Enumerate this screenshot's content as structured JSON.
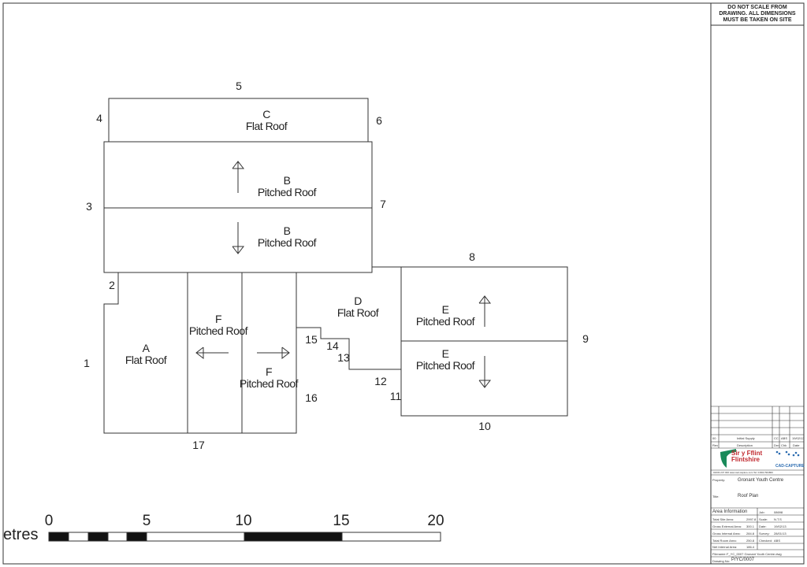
{
  "notice": "DO NOT SCALE FROM DRAWING. ALL DIMENSIONS MUST BE TAKEN ON SITE",
  "roofs": {
    "c": {
      "letter": "C",
      "type": "Flat Roof"
    },
    "b_up": {
      "letter": "B",
      "type": "Pitched Roof"
    },
    "b_down": {
      "letter": "B",
      "type": "Pitched Roof"
    },
    "a": {
      "letter": "A",
      "type": "Flat Roof"
    },
    "f_left": {
      "letter": "F",
      "type": "Pitched Roof"
    },
    "f_right": {
      "letter": "F",
      "type": "Pitched Roof"
    },
    "d": {
      "letter": "D",
      "type": "Flat Roof"
    },
    "e_up": {
      "letter": "E",
      "type": "Pitched Roof"
    },
    "e_down": {
      "letter": "E",
      "type": "Pitched Roof"
    }
  },
  "points": [
    "1",
    "2",
    "3",
    "4",
    "5",
    "6",
    "7",
    "8",
    "9",
    "10",
    "11",
    "12",
    "13",
    "14",
    "15",
    "16",
    "17"
  ],
  "scale": {
    "unit": "etres",
    "ticks": [
      "0",
      "5",
      "10",
      "15",
      "20"
    ]
  },
  "title_block": {
    "rev_row": {
      "rev": "00",
      "desc": "Initial Supply",
      "drn": "CC",
      "chk": "ABS",
      "date": "19/02/13"
    },
    "rev_head": {
      "rev": "Rev",
      "desc": "Description",
      "drn": "Drn",
      "chk": "Chk",
      "date": "Date"
    },
    "logo_left": "Sir y Fflint Flintshire",
    "logo_right": "CAD-CAPTURE",
    "contacts": "01633 247 000   www.cad-capture.com   Tel: 01604 564800",
    "property_label": "Property:",
    "property": "Gronant Youth Centre",
    "title_label": "Title:",
    "title": "Roof Plan",
    "area_info": "Area Information",
    "areas": [
      {
        "label": "Total Site Area:",
        "value": "2997.8",
        "k": "Job:",
        "v": "08698"
      },
      {
        "label": "Gross External Area:",
        "value": "300.1",
        "k": "Scale:",
        "v": "N.T.S"
      },
      {
        "label": "Gross Internal Area:",
        "value": "284.8",
        "k": "Date:",
        "v": "19/02/13"
      },
      {
        "label": "Total Room Area:",
        "value": "250.8",
        "k": "Survey:",
        "v": "28/01/13"
      },
      {
        "label": "Net Internal Area:",
        "value": "186.4",
        "k": "Checked:",
        "v": "ABS"
      }
    ],
    "filename_label": "Filename:",
    "filename": "F_YC_0007 Gronant Youth Centre.dwg",
    "drawing_label": "Drawing No:",
    "drawing_no": "P/YC/0007"
  }
}
